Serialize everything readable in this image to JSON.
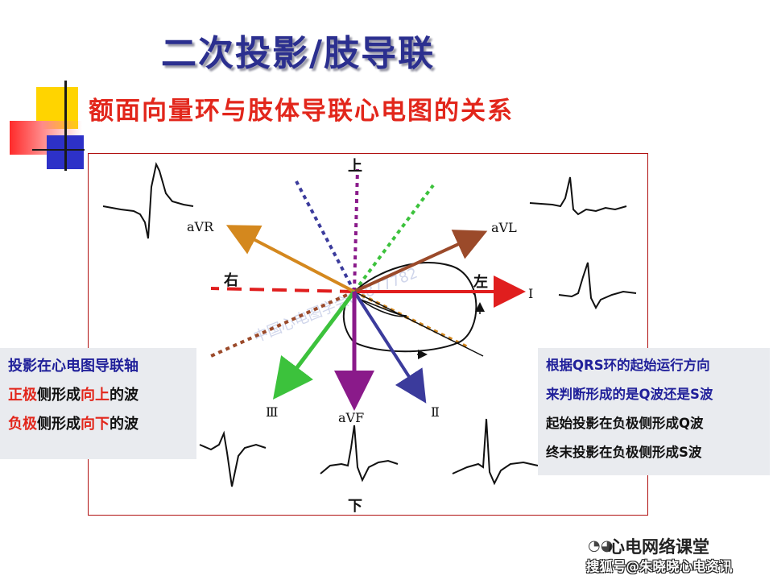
{
  "title": "二次投影/肢导联",
  "subtitle": "额面向量环与肢体导联心电图的关系",
  "diagram": {
    "lead_labels": {
      "aVR": "aVR",
      "aVL": "aVL",
      "I": "I",
      "II": "Ⅱ",
      "III": "Ⅲ",
      "aVF": "aVF"
    },
    "direction_labels": {
      "up": "上",
      "down": "下",
      "left": "左",
      "right": "右"
    },
    "watermark": "中国心电图学会09877782",
    "colors": {
      "aVR": "#d4881e",
      "aVL": "#9b4a2a",
      "I": "#e01e1e",
      "II": "#3b3b9c",
      "III": "#3cc23c",
      "aVF": "#8a1a8a"
    }
  },
  "left_box": {
    "line1": "投影在心电图导联轴",
    "line2_a": "正极",
    "line2_b": "侧形成",
    "line2_c": "向上",
    "line2_d": "的波",
    "line3_a": "负极",
    "line3_b": "侧形成",
    "line3_c": "向下",
    "line3_d": "的波"
  },
  "right_box": {
    "line1": "根据QRS环的起始运行方向",
    "line2": "来判断形成的是Q波还是S波",
    "line3": "起始投影在负极侧形成Q波",
    "line4": "终末投影在负极侧形成S波"
  },
  "footer": {
    "brand": "心电网络课堂",
    "source": "搜狐号@朱晓晓心电资讯"
  }
}
